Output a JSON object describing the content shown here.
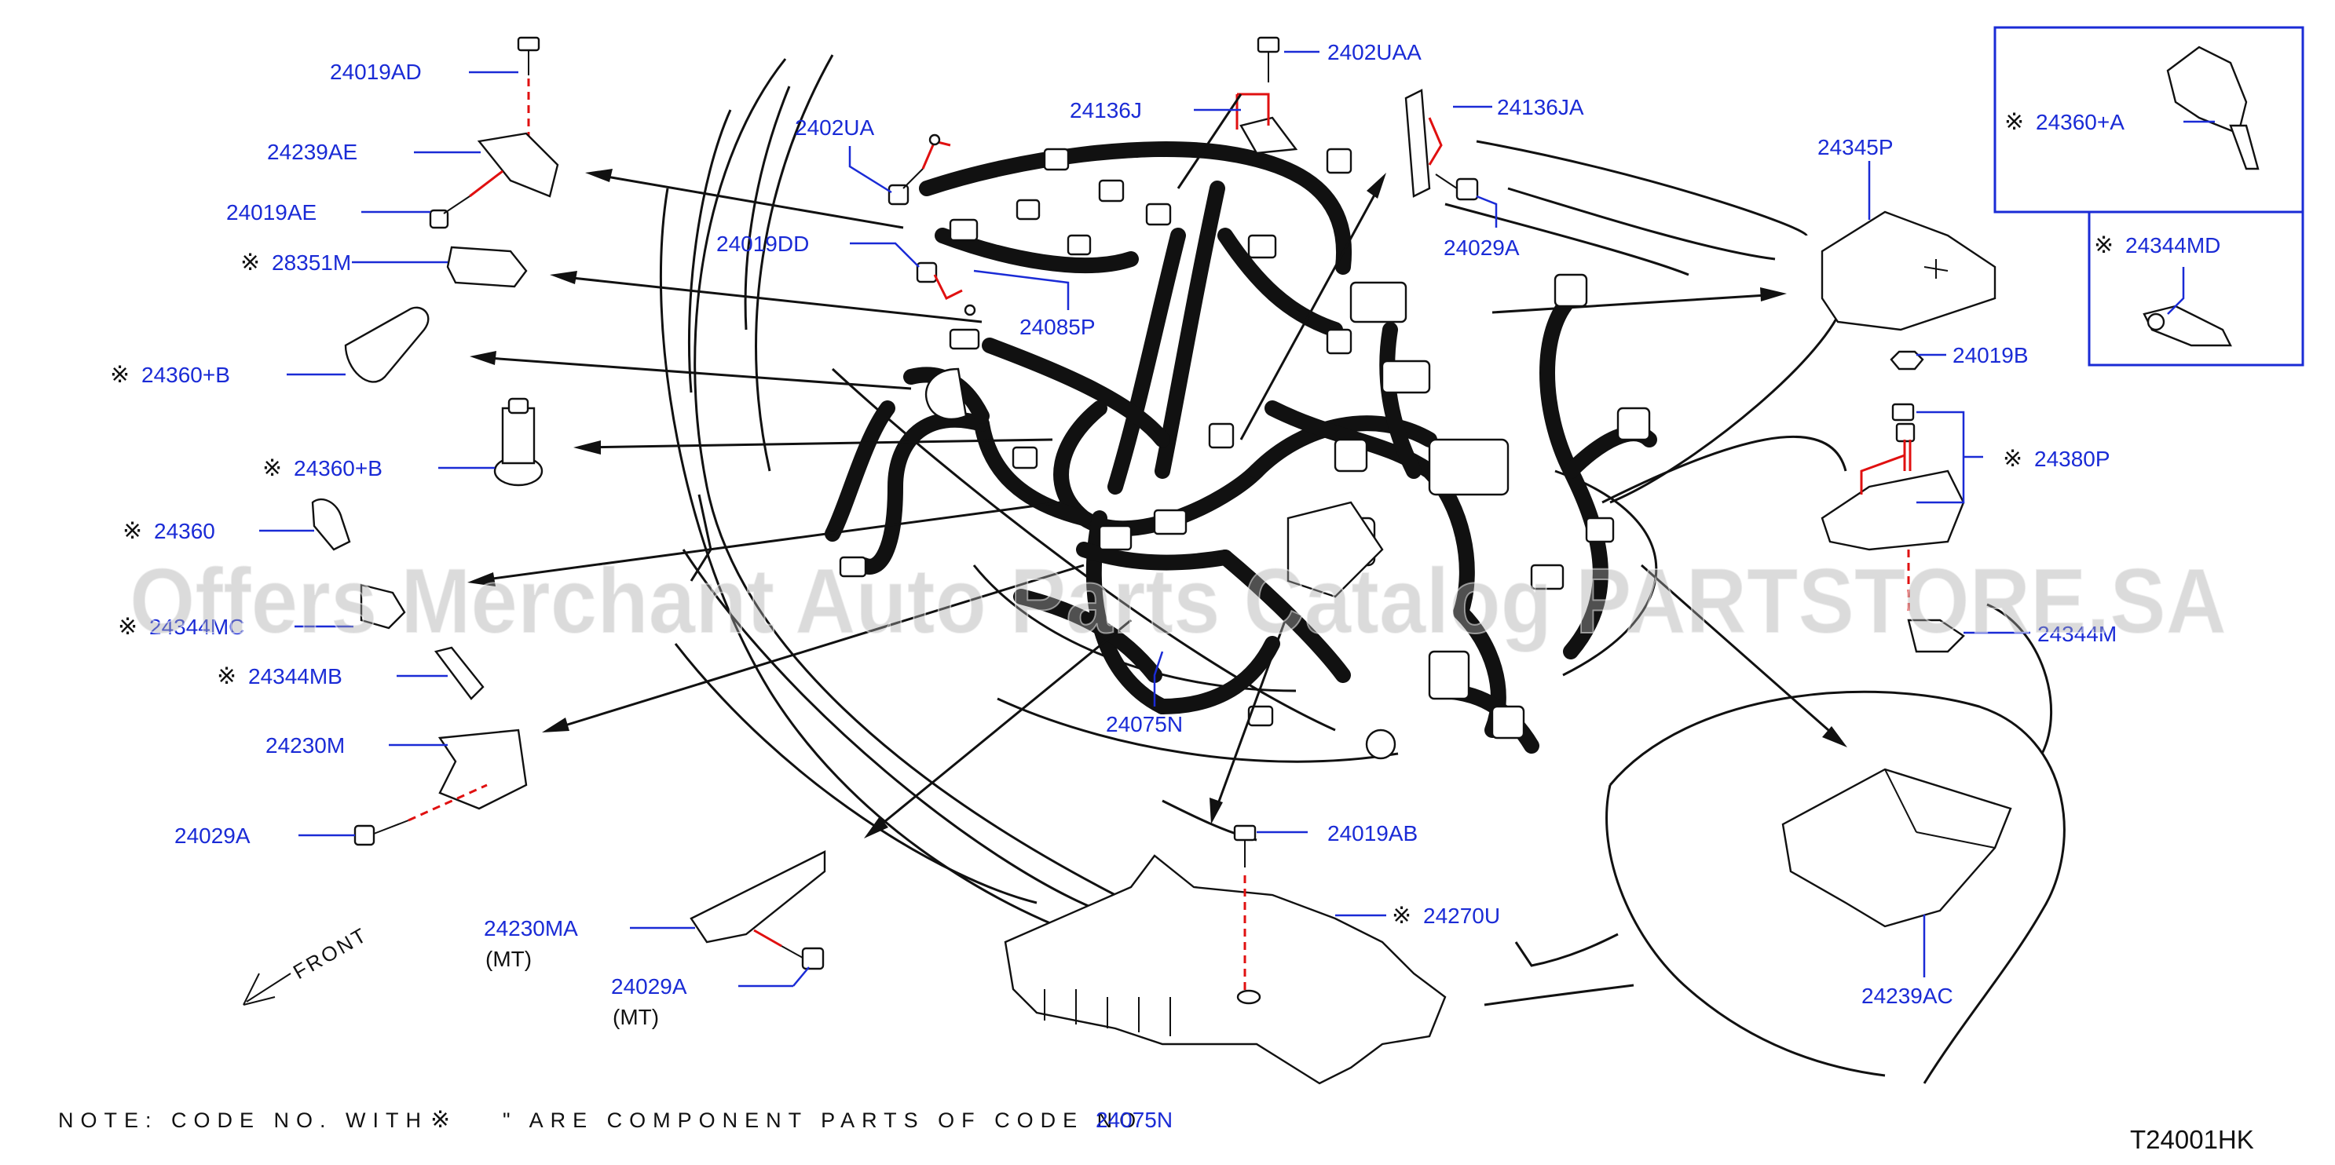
{
  "labels": [
    {
      "id": "lbl-24019AD",
      "text": "24019AD",
      "mark": false
    },
    {
      "id": "lbl-24239AE",
      "text": "24239AE",
      "mark": false
    },
    {
      "id": "lbl-24019AE",
      "text": "24019AE",
      "mark": false
    },
    {
      "id": "lbl-28351M",
      "text": "28351M",
      "mark": true
    },
    {
      "id": "lbl-24360B-1",
      "text": "24360+B",
      "mark": true
    },
    {
      "id": "lbl-24360B-2",
      "text": "24360+B",
      "mark": true
    },
    {
      "id": "lbl-24360",
      "text": "24360",
      "mark": true
    },
    {
      "id": "lbl-24344MC",
      "text": "24344MC",
      "mark": true
    },
    {
      "id": "lbl-24344MB",
      "text": "24344MB",
      "mark": true
    },
    {
      "id": "lbl-24230M",
      "text": "24230M",
      "mark": false
    },
    {
      "id": "lbl-24029A-left",
      "text": "24029A",
      "mark": false
    },
    {
      "id": "lbl-24230MA",
      "text": "24230MA",
      "mark": false
    },
    {
      "id": "lbl-24029A-bottom",
      "text": "24029A",
      "mark": false
    },
    {
      "id": "lbl-2402UA",
      "text": "2402UA",
      "mark": false
    },
    {
      "id": "lbl-24019DD",
      "text": "24019DD",
      "mark": false
    },
    {
      "id": "lbl-24085P",
      "text": "24085P",
      "mark": false
    },
    {
      "id": "lbl-24136J",
      "text": "24136J",
      "mark": false
    },
    {
      "id": "lbl-2402UAA",
      "text": "2402UAA",
      "mark": false
    },
    {
      "id": "lbl-24136JA",
      "text": "24136JA",
      "mark": false
    },
    {
      "id": "lbl-24029A-top",
      "text": "24029A",
      "mark": false
    },
    {
      "id": "lbl-24075N",
      "text": "24075N",
      "mark": false
    },
    {
      "id": "lbl-24019AB",
      "text": "24019AB",
      "mark": false
    },
    {
      "id": "lbl-24270U",
      "text": "24270U",
      "mark": true
    },
    {
      "id": "lbl-24345P",
      "text": "24345P",
      "mark": false
    },
    {
      "id": "lbl-24360A",
      "text": "24360+A",
      "mark": true
    },
    {
      "id": "lbl-24344MD",
      "text": "24344MD",
      "mark": true
    },
    {
      "id": "lbl-24019B",
      "text": "24019B",
      "mark": false
    },
    {
      "id": "lbl-24380P",
      "text": "24380P",
      "mark": true
    },
    {
      "id": "lbl-24344M",
      "text": "24344M",
      "mark": false
    },
    {
      "id": "lbl-24239AC",
      "text": "24239AC",
      "mark": false
    }
  ],
  "sub_labels": {
    "mt_1": "(MT)",
    "mt_2": "(MT)"
  },
  "mark_symbol": "※",
  "front_label": "FRONT",
  "note": {
    "prefix": "NOTE: CODE NO. WITH",
    "symbol": "※",
    "suffix": "\" ARE COMPONENT PARTS OF CODE NO",
    "code": "24075N"
  },
  "diagram_code": "T24001HK",
  "watermark": "Offers Merchant Auto Parts Catalog PARTSTORE.SA",
  "colors": {
    "label": "#1a2bd6",
    "line": "#111111",
    "dashed_fastener": "#e01010",
    "watermark": "#aaaaaa"
  }
}
